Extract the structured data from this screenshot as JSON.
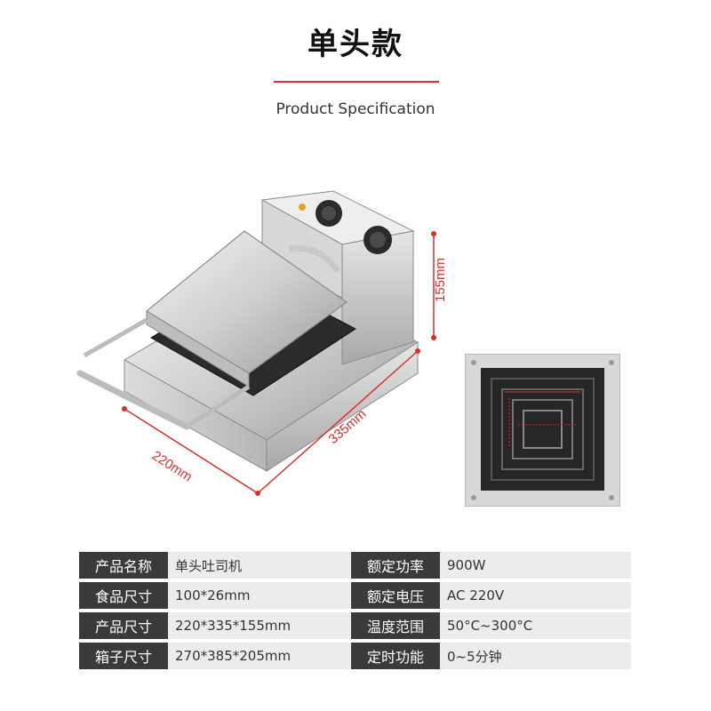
{
  "header": {
    "title": "单头款",
    "subtitle": "Product Specification"
  },
  "dimensions": {
    "width": "220mm",
    "length": "335mm",
    "height": "155mm"
  },
  "colors": {
    "accent": "#d9302a",
    "key_cell": "#3a3a3a",
    "value_cell": "#ececec"
  },
  "specs": [
    {
      "k1": "产品名称",
      "v1": "单头吐司机",
      "k2": "额定功率",
      "v2": "900W"
    },
    {
      "k1": "食品尺寸",
      "v1": "100*26mm",
      "k2": "额定电压",
      "v2": "AC 220V"
    },
    {
      "k1": "产品尺寸",
      "v1": "220*335*155mm",
      "k2": "温度范围",
      "v2": "50°C~300°C"
    },
    {
      "k1": "箱子尺寸",
      "v1": "270*385*205mm",
      "k2": "定时功能",
      "v2": "0~5分钟"
    }
  ]
}
